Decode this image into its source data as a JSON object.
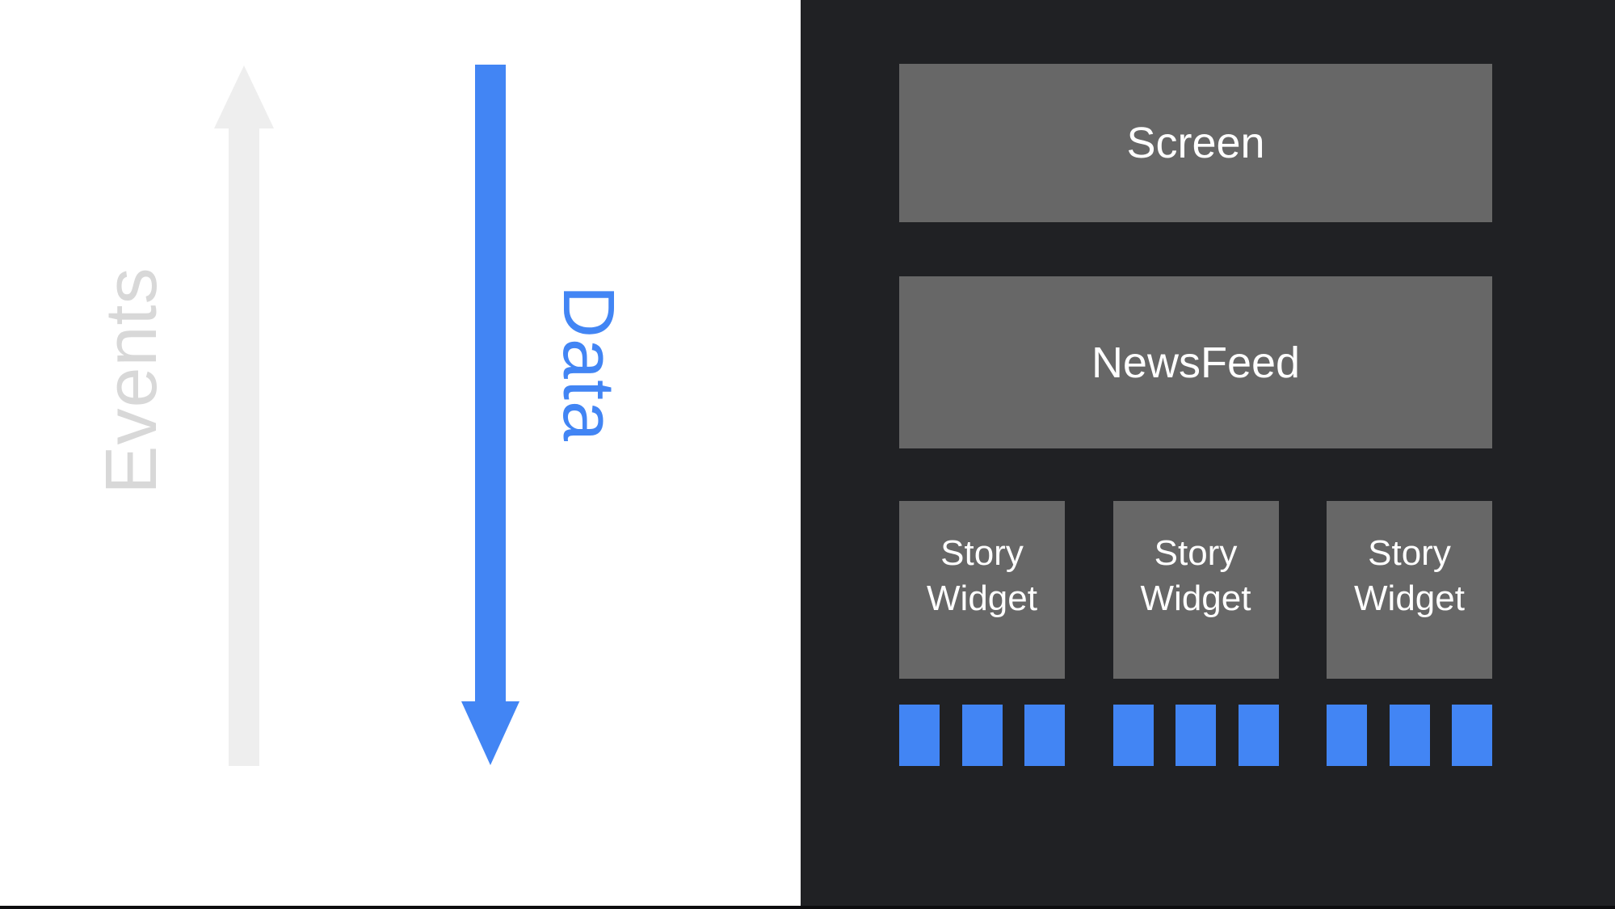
{
  "slide": {
    "left": {
      "events_label": "Events",
      "data_label": "Data"
    },
    "right": {
      "screen_label": "Screen",
      "newsfeed_label": "NewsFeed",
      "story_widgets": [
        {
          "label": "Story Widget"
        },
        {
          "label": "Story Widget"
        },
        {
          "label": "Story Widget"
        }
      ],
      "blocks_per_widget": 3
    },
    "colors": {
      "background_left": "#ffffff",
      "background_right": "#202124",
      "box_gray": "#676767",
      "accent_blue": "#4285f4",
      "arrow_gray": "#eeeeee",
      "events_text_gray": "#d8d8d8",
      "bottom_bar_black": "#0d0d0f"
    }
  }
}
